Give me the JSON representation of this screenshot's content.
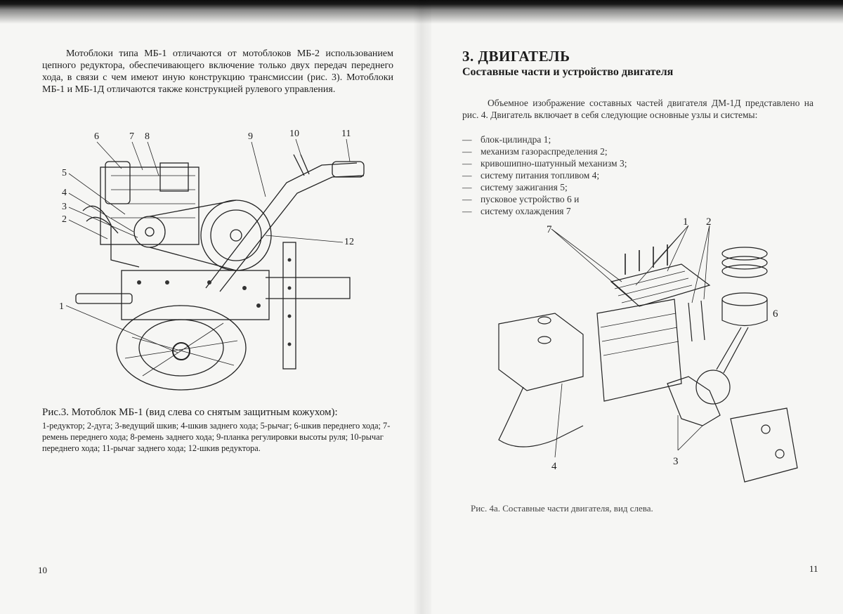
{
  "left_page": {
    "intro_text": "Мотоблоки типа МБ-1 отличаются от мотоблоков МБ-2 использованием цепного редуктора, обеспечивающего включение только двух передач переднего хода, в связи с чем имеют иную конструкцию трансмиссии (рис. 3). Мотоблоки МБ-1 и МБ-1Д отличаются также конструкцией рулевого управления.",
    "figure_labels": [
      "6",
      "7",
      "8",
      "9",
      "10",
      "11",
      "5",
      "4",
      "3",
      "2",
      "12",
      "1"
    ],
    "caption_title": "Рис.3. Мотоблок МБ-1 (вид слева со снятым защитным кожухом):",
    "caption_text": "1-редуктор; 2-дуга; 3-ведущий шкив; 4-шкив заднего хода; 5-рычаг; 6-шкив переднего хода; 7-ремень переднего хода; 8-ремень заднего хода; 9-планка регулировки высоты руля; 10-рычаг переднего хода; 11-рычаг заднего хода; 12-шкив редуктора.",
    "page_number": "10"
  },
  "right_page": {
    "section_title": "3. ДВИГАТЕЛЬ",
    "section_subtitle": "Составные части и устройство двигателя",
    "paragraph": "Объемное изображение составных частей двигателя ДМ-1Д представлено на рис. 4. Двигатель включает в себя следующие основные узлы и системы:",
    "parts": [
      "блок-цилиндра 1;",
      "механизм газораспределения 2;",
      "кривошипно-шатунный механизм 3;",
      "систему питания топливом 4;",
      "систему зажигания 5;",
      "пусковое устройство 6 и",
      "систему охлаждения 7"
    ],
    "figure_labels": [
      "1",
      "2",
      "7",
      "6",
      "4",
      "3"
    ],
    "caption": "Рис. 4а. Составные части двигателя, вид слева.",
    "page_number": "11"
  }
}
